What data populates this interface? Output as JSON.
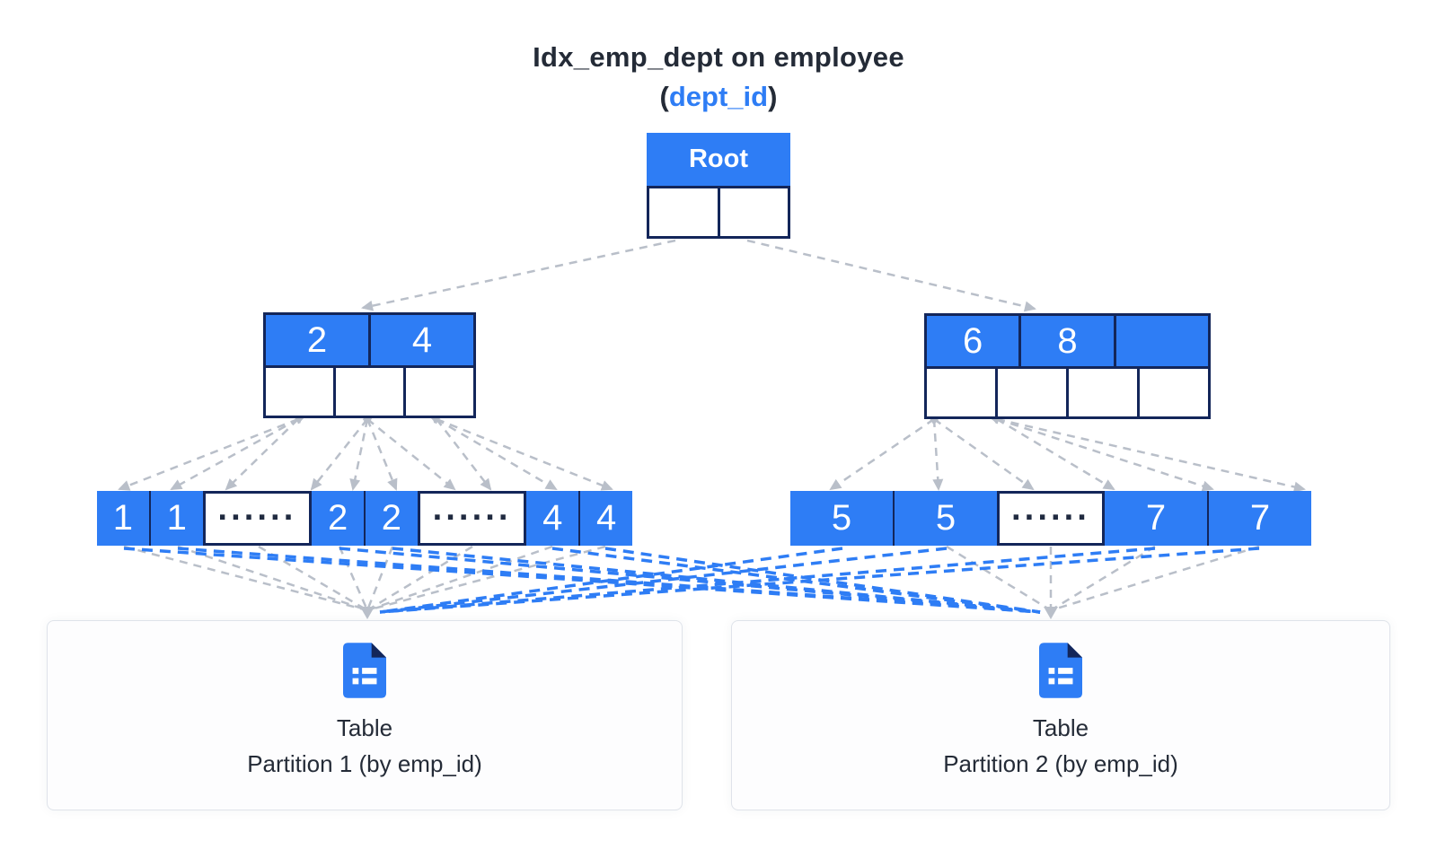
{
  "diagram": {
    "title": "Idx_emp_dept on employee",
    "subtitle_open": "(",
    "subtitle_column": "dept_id",
    "subtitle_close": ")"
  },
  "root_node": {
    "label": "Root",
    "pointers": [
      "",
      ""
    ]
  },
  "internal_left": {
    "keys": [
      "2",
      "4"
    ],
    "pointers": [
      "",
      "",
      ""
    ]
  },
  "internal_right": {
    "keys": [
      "6",
      "8",
      ""
    ],
    "pointers": [
      "",
      "",
      "",
      ""
    ]
  },
  "leaf_left": {
    "cells": [
      {
        "text": "1",
        "type": "key"
      },
      {
        "text": "1",
        "type": "key"
      },
      {
        "text": "······",
        "type": "gap"
      },
      {
        "text": "2",
        "type": "key"
      },
      {
        "text": "2",
        "type": "key"
      },
      {
        "text": "······",
        "type": "gap"
      },
      {
        "text": "4",
        "type": "key"
      },
      {
        "text": "4",
        "type": "key"
      }
    ]
  },
  "leaf_right": {
    "cells": [
      {
        "text": "5",
        "type": "key"
      },
      {
        "text": "5",
        "type": "key"
      },
      {
        "text": "······",
        "type": "gap"
      },
      {
        "text": "7",
        "type": "key"
      },
      {
        "text": "7",
        "type": "key"
      }
    ]
  },
  "partitions": [
    {
      "name": "Table",
      "subtitle": "Partition 1 (by emp_id)",
      "icon": "table-document-icon"
    },
    {
      "name": "Table",
      "subtitle": "Partition 2 (by emp_id)",
      "icon": "table-document-icon"
    }
  ],
  "colors": {
    "primary_blue": "#2e7df5",
    "border_navy": "#13265a",
    "arrow_gray": "#b9bfc9",
    "link_blue": "#2e7df5",
    "text_dark": "#242b37",
    "card_border": "#dfe3ea",
    "card_bg": "#fdfdfe"
  }
}
